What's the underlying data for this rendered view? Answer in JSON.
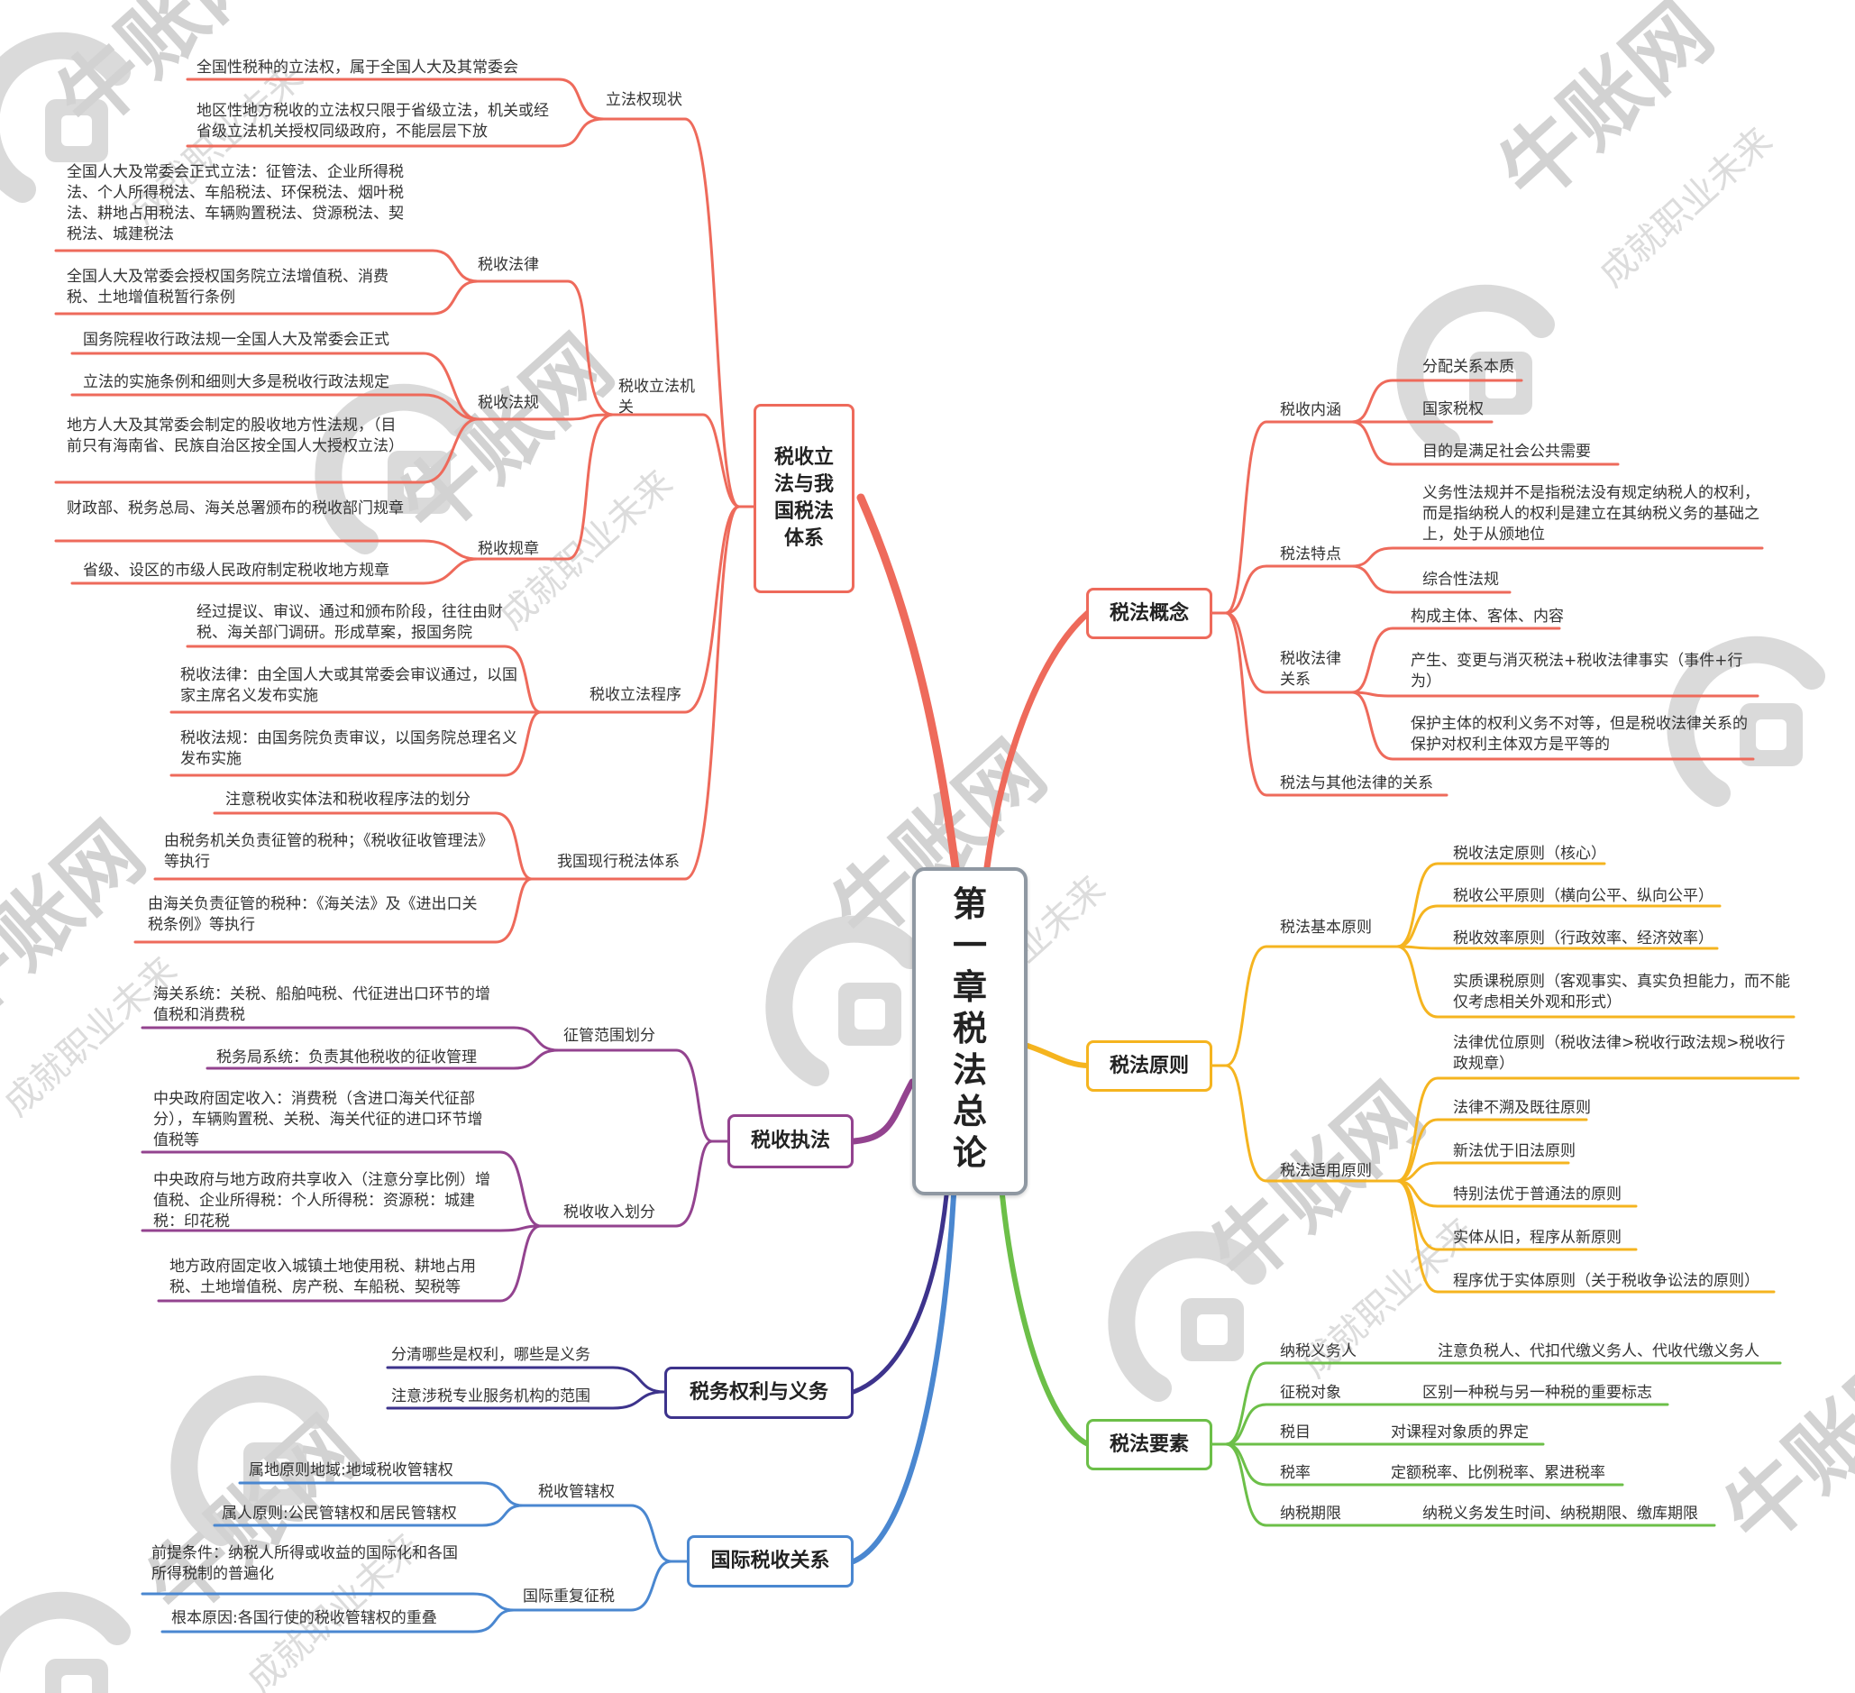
{
  "watermark": {
    "logo_text": "牛账网",
    "slogan": "成就职业未来"
  },
  "root": {
    "title": "第一章税法总论"
  },
  "branches": {
    "legislation": {
      "title": "税收立法与我国税法体系",
      "color": "#ee6a5b",
      "items": {
        "power": {
          "label": "立法权现状",
          "leaves": [
            "全国性税种的立法权，属于全国人大及其常委会",
            "地区性地方税收的立法权只限于省级立法，机关或经省级立法机关授权同级政府，不能层层下放"
          ]
        },
        "organs": {
          "label": "税收立法机关",
          "groups": {
            "law": {
              "label": "税收法律",
              "leaves": [
                "全国人大及常委会正式立法：征管法、企业所得税法、个人所得税法、车船税法、环保税法、烟叶税法、耕地占用税法、车辆购置税法、贷源税法、契税法、城建税法",
                "全国人大及常委会授权国务院立法增值税、消费税、土地增值税暂行条例"
              ]
            },
            "regulation": {
              "label": "税收法规",
              "leaves": [
                "国务院程收行政法规一全国人大及常委会正式",
                "立法的实施条例和细则大多是税收行政法规定",
                "地方人大及其常委会制定的股收地方性法规，（目前只有海南省、民族自治区按全国人大授权立法）"
              ]
            },
            "rules": {
              "label": "税收规章",
              "leaves": [
                "财政部、税务总局、海关总署颁布的税收部门规章",
                "省级、设区的市级人民政府制定税收地方规章"
              ]
            }
          }
        },
        "procedure": {
          "label": "税收立法程序",
          "leaves": [
            "经过提议、审议、通过和颁布阶段，往往由财税、海关部门调研。形成草案，报国务院",
            "税收法律：由全国人大或其常委会审议通过，以国家主席名义发布实施",
            "税收法规：由国务院负责审议，以国务院总理名义发布实施"
          ]
        },
        "system": {
          "label": "我国现行税法体系",
          "leaves": [
            "注意税收实体法和税收程序法的划分",
            "由税务机关负责征管的税种；《税收征收管理法》等执行",
            "由海关负责征管的税种：《海关法》及《进出口关税条例》等执行"
          ]
        }
      }
    },
    "enforcement": {
      "title": "税收执法",
      "color": "#93438f",
      "items": {
        "scope": {
          "label": "征管范围划分",
          "leaves": [
            "海关系统：关税、船舶吨税、代征进出口环节的增值税和消费税",
            "税务局系统：负责其他税收的征收管理"
          ]
        },
        "revenue": {
          "label": "税收收入划分",
          "leaves": [
            "中央政府固定收入：消费税（含进口海关代征部分），车辆购置税、关税、海关代征的进口环节增值税等",
            "中央政府与地方政府共享收入（注意分享比例）增值税、企业所得税：个人所得税：资源税：城建税：印花税",
            "地方政府固定收入城镇土地使用税、耕地占用税、土地增值税、房产税、车船税、契税等"
          ]
        }
      }
    },
    "rights": {
      "title": "税务权利与义务",
      "color": "#3d338c",
      "leaves": [
        "分清哪些是权利，哪些是义务",
        "注意涉税专业服务机构的范围"
      ]
    },
    "international": {
      "title": "国际税收关系",
      "color": "#4a87d0",
      "items": {
        "jurisdiction": {
          "label": "税收管辖权",
          "leaves": [
            "属地原则地域:地域税收管辖权",
            "属人原则:公民管辖权和居民管辖权"
          ]
        },
        "double": {
          "label": "国际重复征税",
          "leaves": [
            "前提条件：纳税人所得或收益的国际化和各国所得税制的普遍化",
            "根本原因:各国行使的税收管辖权的重叠"
          ]
        }
      }
    },
    "concept": {
      "title": "税法概念",
      "color": "#ee6a5b",
      "items": {
        "connotation": {
          "label": "税收内涵",
          "leaves": [
            "分配关系本质",
            "国家税权",
            "目的是满足社会公共需要"
          ]
        },
        "features": {
          "label": "税法特点",
          "leaves": [
            "义务性法规并不是指税法没有规定纳税人的权利，而是指纳税人的权利是建立在其纳税义务的基础之上，处于从颁地位",
            "综合性法规"
          ]
        },
        "relation": {
          "label": "税收法律关系",
          "leaves": [
            "构成主体、客体、内容",
            "产生、变更与消灭税法+税收法律事实（事件+行为）",
            "保护主体的权利义务不对等，但是税收法律关系的保护对权利主体双方是平等的"
          ]
        },
        "others": {
          "label": "税法与其他法律的关系"
        }
      }
    },
    "principles": {
      "title": "税法原则",
      "color": "#f5b41f",
      "items": {
        "basic": {
          "label": "税法基本原则",
          "leaves": [
            "税收法定原则（核心）",
            "税收公平原则（横向公平、纵向公平）",
            "税收效率原则（行政效率、经济效率）",
            "实质课税原则（客观事实、真实负担能力，而不能仅考虑相关外观和形式）"
          ]
        },
        "applied": {
          "label": "税法适用原则",
          "leaves": [
            "法律优位原则（税收法律>税收行政法规>税收行政规章）",
            "法律不溯及既往原则",
            "新法优于旧法原则",
            "特别法优于普通法的原则",
            "实体从旧，程序从新原则",
            "程序优于实体原则（关于税收争讼法的原则）"
          ]
        }
      }
    },
    "elements": {
      "title": "税法要素",
      "color": "#6cbf48",
      "rows": [
        {
          "label": "纳税义务人",
          "leaf": "注意负税人、代扣代缴义务人、代收代缴义务人"
        },
        {
          "label": "征税对象",
          "leaf": "区别一种税与另一种税的重要标志"
        },
        {
          "label": "税目",
          "leaf": "对课程对象质的界定"
        },
        {
          "label": "税率",
          "leaf": "定额税率、比例税率、累进税率"
        },
        {
          "label": "纳税期限",
          "leaf": "纳税义务发生时间、纳税期限、缴库期限"
        }
      ]
    }
  }
}
